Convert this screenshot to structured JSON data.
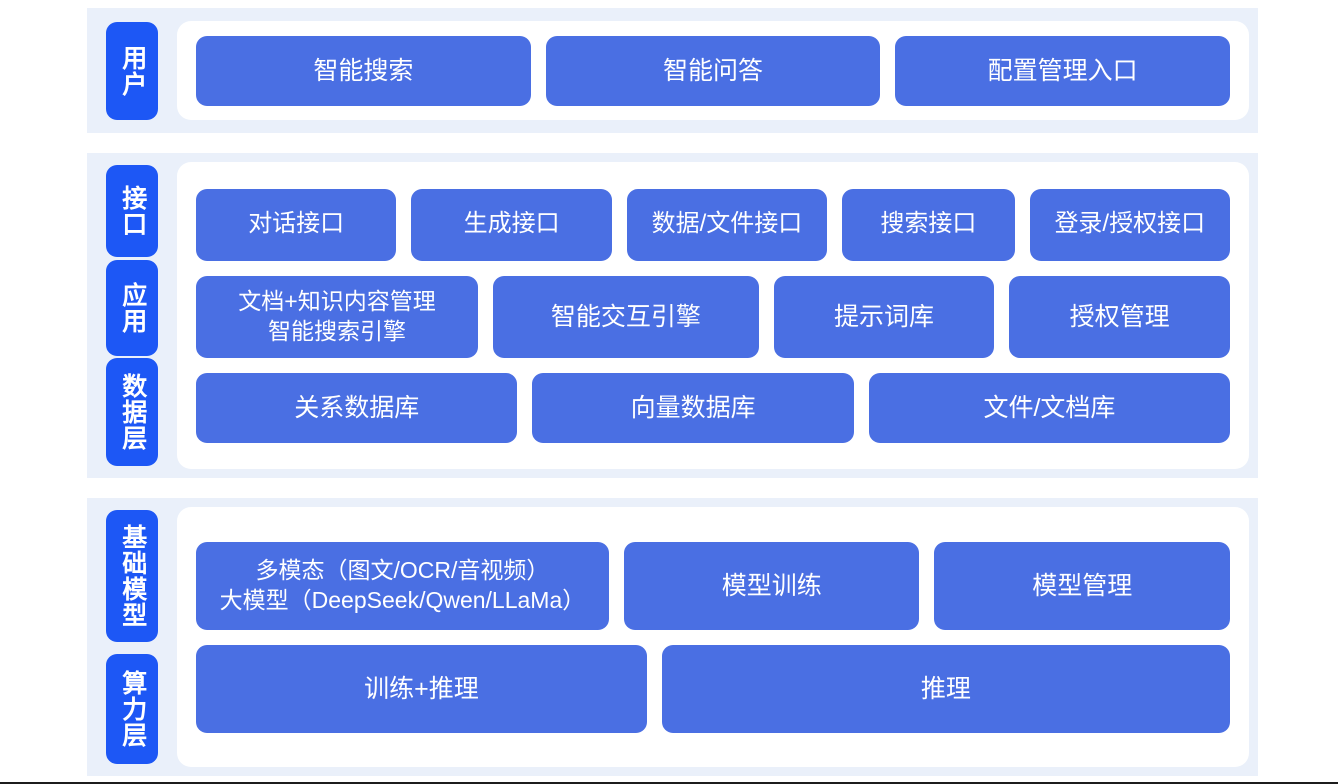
{
  "colors": {
    "tab_blue": "#1d57f5",
    "box_blue": "#4a6fe3",
    "band_bg": "#eaf0fa",
    "card_bg": "#ffffff",
    "page_bg": "#ffffff",
    "box_text": "#ffffff"
  },
  "sections": {
    "user": {
      "tab_label": "用户",
      "boxes": [
        "智能搜索",
        "智能问答",
        "配置管理入口"
      ]
    },
    "interface": {
      "tab_label": "接口",
      "boxes": [
        "对话接口",
        "生成接口",
        "数据/文件接口",
        "搜索接口",
        "登录/授权接口"
      ]
    },
    "application": {
      "tab_label": "应用",
      "boxes": [
        "文档+知识内容管理\n智能搜索引擎",
        "智能交互引擎",
        "提示词库",
        "授权管理"
      ]
    },
    "data_layer": {
      "tab_label": "数据层",
      "boxes": [
        "关系数据库",
        "向量数据库",
        "文件/文档库"
      ]
    },
    "base_model": {
      "tab_label": "基础模型",
      "boxes": [
        "多模态（图文/OCR/音视频）\n大模型（DeepSeek/Qwen/LLaMa）",
        "模型训练",
        "模型管理"
      ]
    },
    "compute_layer": {
      "tab_label": "算力层",
      "boxes": [
        "训练+推理",
        "推理"
      ]
    }
  }
}
